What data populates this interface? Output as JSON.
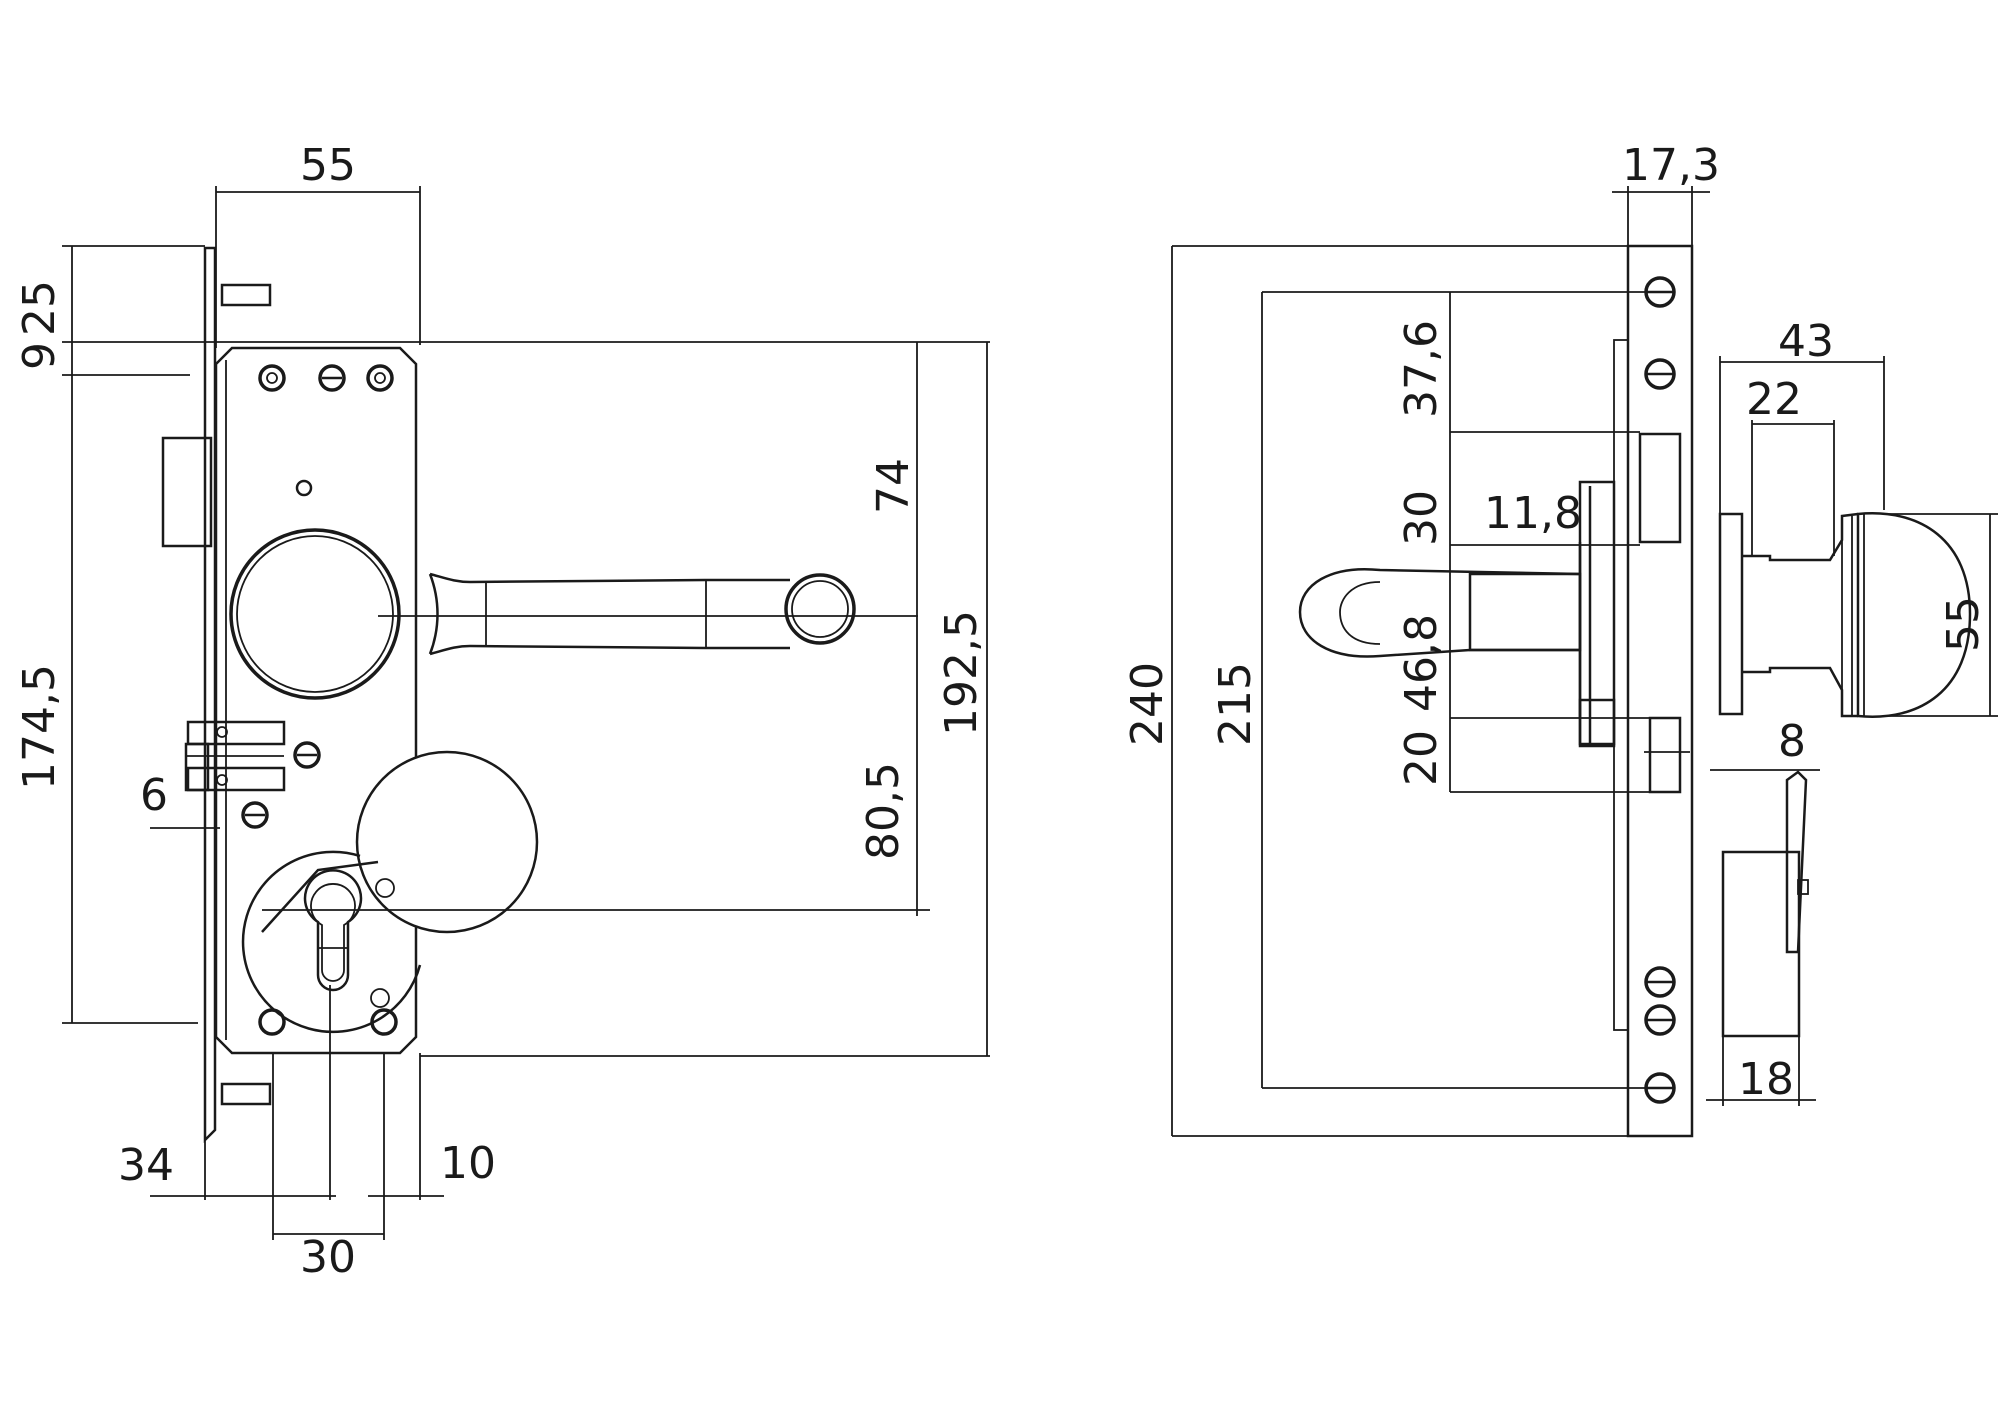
{
  "front_view": {
    "dim_width": "55",
    "dim_top_small": "9",
    "dim_top_offset": "25",
    "dim_height_total": "174,5",
    "dim_handle_spacing": "74",
    "dim_plate_height": "192,5",
    "dim_cylinder_offset": "80,5",
    "dim_side": "6",
    "dim_backset": "34",
    "dim_bottom_right": "10",
    "dim_cylinder_width": "30"
  },
  "side_view": {
    "dim_faceplate": "17,3",
    "dim_total_height": "240",
    "dim_screw_spacing": "215",
    "dim_upper": "37,6",
    "dim_mid": "30",
    "dim_spindle": "11,8",
    "dim_center": "46,8",
    "dim_lower": "20",
    "dim_knob_depth": "43",
    "dim_knob_neck": "22",
    "dim_knob_diameter": "55",
    "dim_rose": "8",
    "dim_cylinder_depth": "18"
  }
}
